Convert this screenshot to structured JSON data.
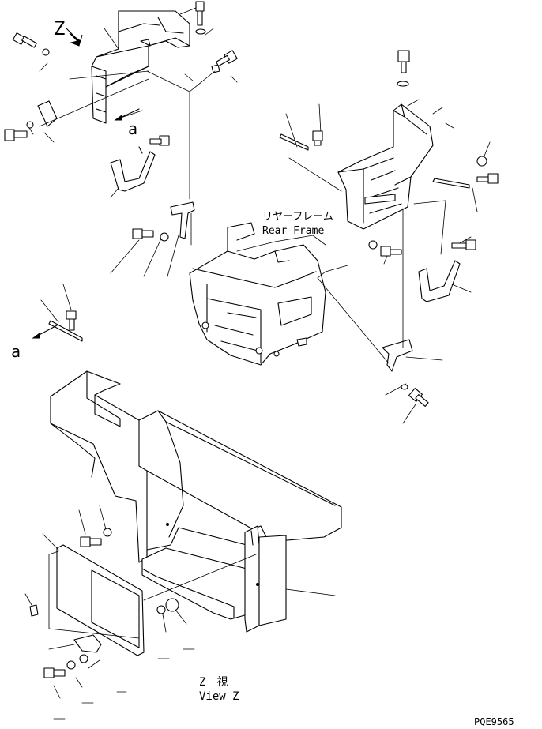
{
  "labels": {
    "view_letter": "Z",
    "arrow_a_top": "a",
    "arrow_a_left": "a",
    "rear_frame_jp": "リヤーフレーム",
    "rear_frame_en": "Rear Frame",
    "view_z_jp": "Z　視",
    "view_z_en": "View Z",
    "drawing_code": "PQE9565"
  }
}
